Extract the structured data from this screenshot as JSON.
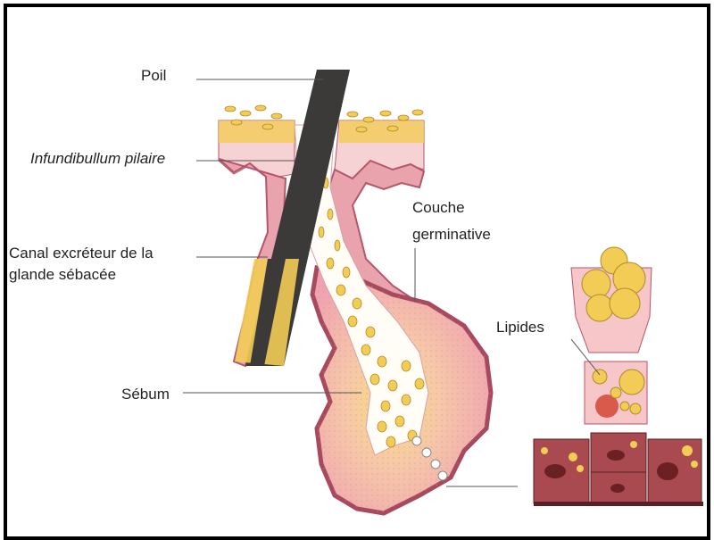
{
  "labels": {
    "poil": "Poil",
    "infundibulum": "Infundibullum pilaire",
    "canal_line1": "Canal excréteur de la",
    "canal_line2": "glande sébacée",
    "couche_line1": "Couche",
    "couche_line2": "germinative",
    "lipides": "Lipides",
    "sebum": "Sébum"
  },
  "colors": {
    "tissue_dark": "#b5566a",
    "tissue_mid": "#e9a3ad",
    "tissue_light": "#f6d2d5",
    "sebum_yellow": "#f2cc55",
    "hair": "#3b3a39",
    "cell_red": "#d95a4a",
    "cell_dark": "#9c3a3c"
  }
}
